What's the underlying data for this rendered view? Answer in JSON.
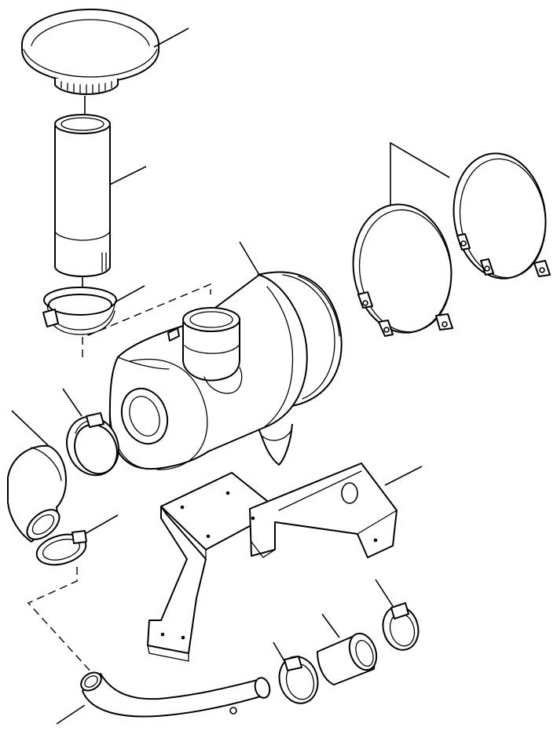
{
  "diagram": {
    "kind": "exploded-parts-view",
    "callout_labels": [],
    "parts": [
      "rain-cap",
      "intake-extension-tube",
      "tube-hose-clamp",
      "air-cleaner-housing",
      "mounting-band-left",
      "mounting-band-right",
      "outlet-hose-clamp",
      "elbow-hose",
      "elbow-hose-clamp",
      "mounting-bracket",
      "outlet-pipe",
      "pipe-clamp",
      "straight-hose",
      "hose-clamp-right"
    ]
  }
}
